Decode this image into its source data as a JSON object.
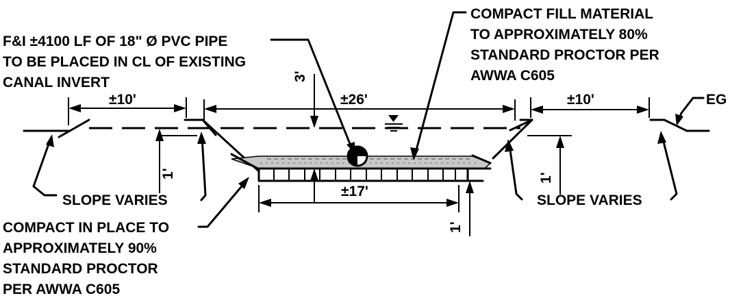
{
  "callouts": {
    "pipe": [
      "F&I ±4100 LF OF 18\" Ø PVC PIPE",
      "TO BE PLACED IN CL OF EXISTING",
      "CANAL INVERT"
    ],
    "fill": [
      "COMPACT FILL MATERIAL",
      "TO APPROXIMATELY 80%",
      "STANDARD PROCTOR PER",
      "AWWA C605"
    ],
    "compact": [
      "COMPACT IN PLACE TO",
      "APPROXIMATELY 90%",
      "STANDARD PROCTOR",
      "PER AWWA C605"
    ],
    "slope_left": "SLOPE VARIES",
    "slope_right": "SLOPE VARIES",
    "eg": "EG"
  },
  "dimensions": {
    "top_left": "±10'",
    "top_center": "±26'",
    "top_right": "±10'",
    "bottom": "±17'",
    "depth": "3'",
    "left_step": "1'",
    "right_step": "1'",
    "bottom_step": "1'"
  },
  "colors": {
    "line": "#000000",
    "fill_hatch": "#bdbdbd"
  }
}
